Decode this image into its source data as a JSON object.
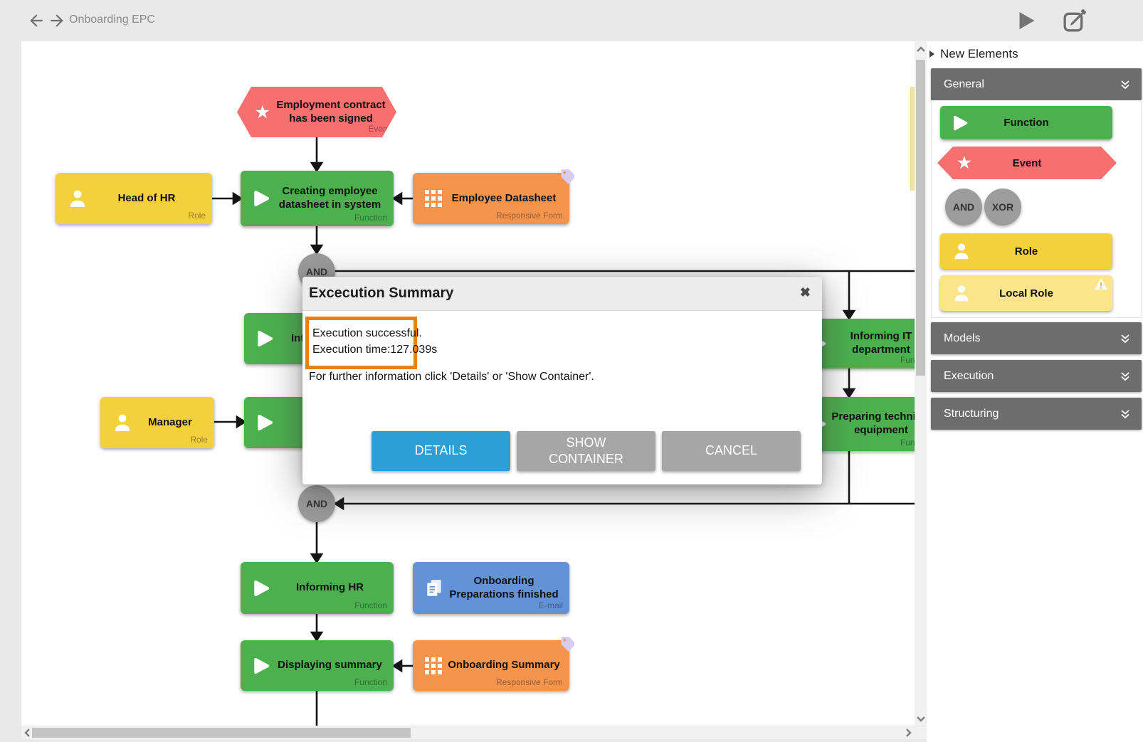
{
  "topbar": {
    "title": "Onboarding EPC"
  },
  "modal": {
    "title": "Excecution Summary",
    "close": "✖",
    "message_line1": "Execution successful.",
    "message_line2": "Execution time:127.039s",
    "info": "For further information click 'Details' or 'Show Container'.",
    "details_label": "DETAILS",
    "show_container_label": "SHOW CONTAINER",
    "cancel_label": "CANCEL"
  },
  "sidebar": {
    "new_elements_label": "New Elements",
    "panels": {
      "general": "General",
      "models": "Models",
      "execution": "Execution",
      "structuring": "Structuring"
    },
    "elements": {
      "function": "Function",
      "event": "Event",
      "and": "AND",
      "xor": "XOR",
      "role": "Role",
      "local_role": "Local Role"
    }
  },
  "diagram": {
    "nodes": {
      "event_contract": {
        "label": "Employment contract has been signed",
        "type": "Event"
      },
      "role_head_of_hr": {
        "label": "Head of HR",
        "type": "Role"
      },
      "fn_creating_datasheet": {
        "label": "Creating employee datasheet in system",
        "type": "Function"
      },
      "form_employee_datasheet": {
        "label": "Employee Datasheet",
        "type": "Responsive Form"
      },
      "and_top": {
        "label": "AND"
      },
      "fn_partial_left_1": {
        "label": "Int"
      },
      "role_manager": {
        "label": "Manager",
        "type": "Role"
      },
      "fn_partial_left_2": {
        "label": ""
      },
      "fn_informing_it": {
        "label": "Informing IT department",
        "type": "Function"
      },
      "fn_preparing_equipment": {
        "label": "Preparing technical equipment",
        "type": "Function"
      },
      "and_bottom": {
        "label": "AND"
      },
      "fn_informing_hr": {
        "label": "Informing HR",
        "type": "Function"
      },
      "email_onboarding_prep": {
        "label": "Onboarding Preparations finished",
        "type": "E-mail"
      },
      "fn_displaying_summary": {
        "label": "Displaying summary",
        "type": "Function"
      },
      "form_onboarding_summary": {
        "label": "Onboarding Summary",
        "type": "Responsive Form"
      }
    }
  },
  "colors": {
    "function_green": "#4cb04f",
    "event_red": "#f76f6f",
    "role_yellow": "#f5d03d",
    "local_role_yellow": "#fae58b",
    "form_orange": "#f5944d",
    "email_blue": "#6492d8",
    "gateway_gray": "#9c9c9c",
    "details_blue": "#2d9fd6",
    "secondary_button_gray": "#a6a6a6",
    "highlight_orange": "#e8820c",
    "panel_header_gray": "#6d6d6d"
  }
}
